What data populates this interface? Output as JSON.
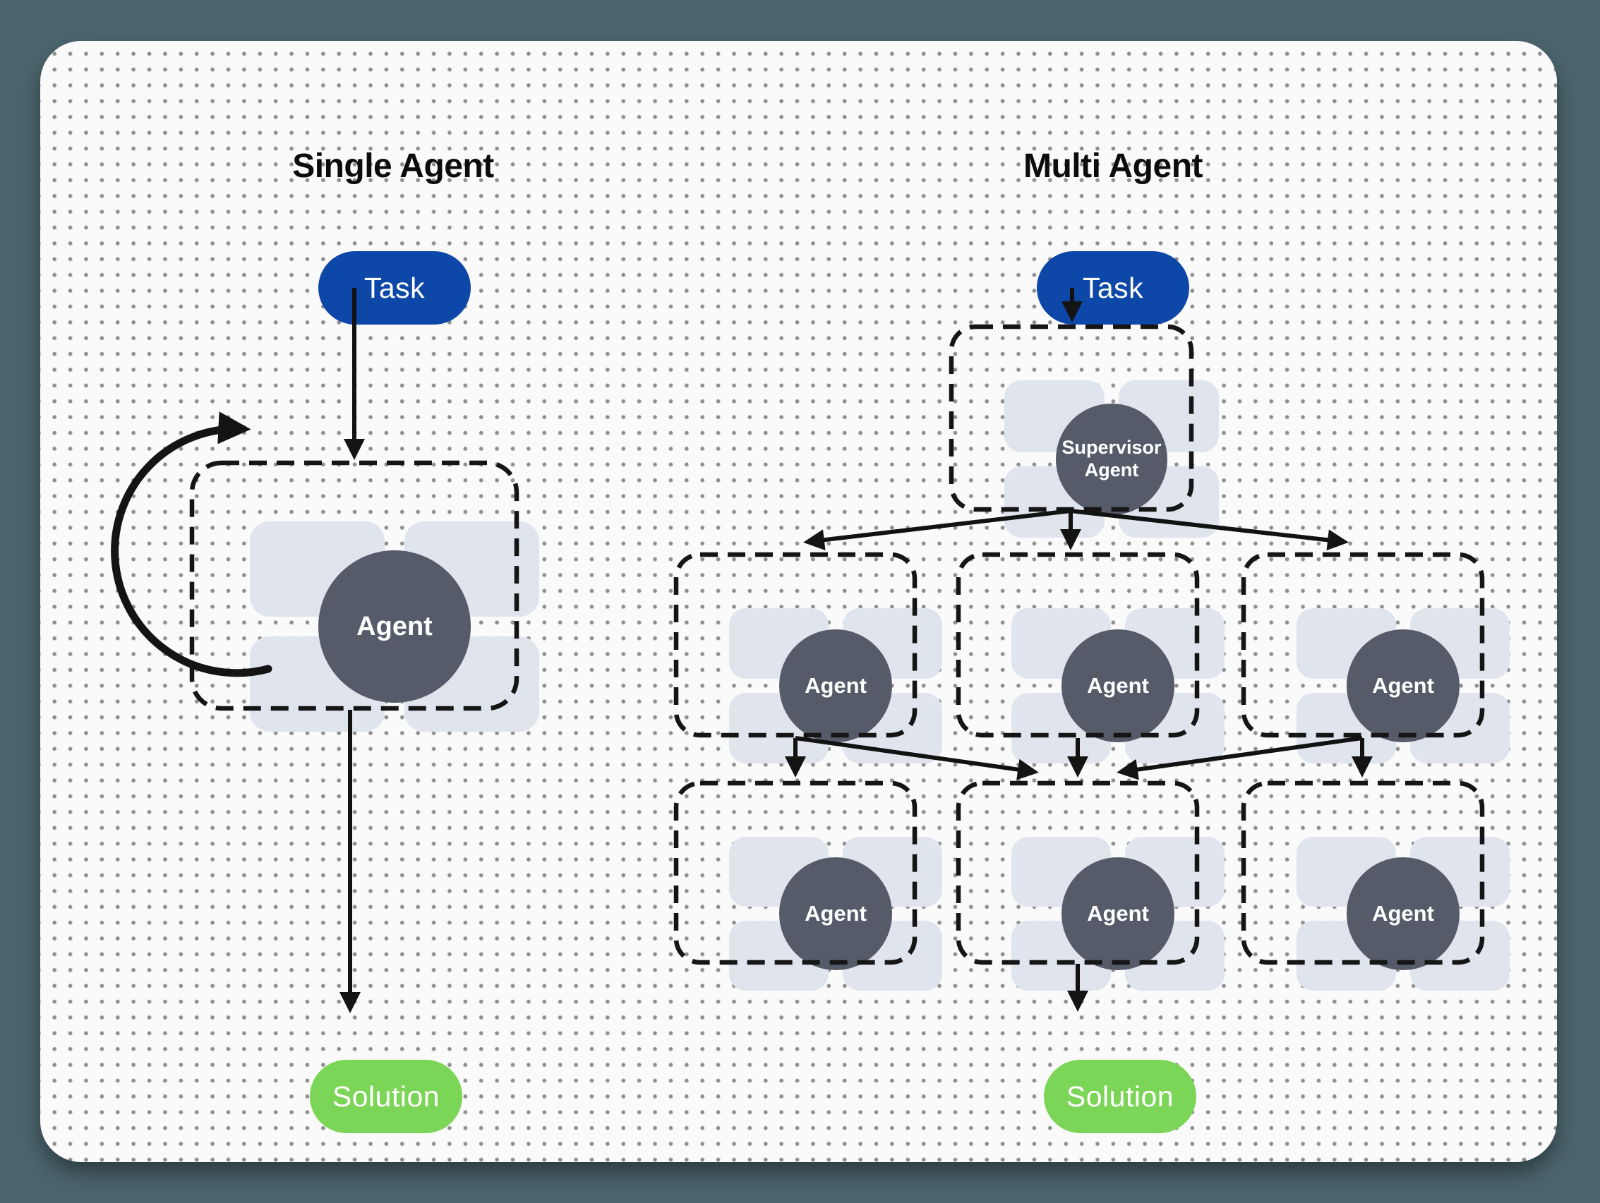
{
  "colors": {
    "page_bg": "#4c656d",
    "canvas_bg": "#fbfafa",
    "dot": "#8e8e8e",
    "task_blue": "#0d47a8",
    "solution_green": "#7bd556",
    "agent_circle": "#555b68",
    "tool_tile": "#dfe4ed",
    "outline": "#141414"
  },
  "single_agent": {
    "title": "Single Agent",
    "task_label": "Task",
    "agent_label": "Agent",
    "solution_label": "Solution"
  },
  "multi_agent": {
    "title": "Multi Agent",
    "task_label": "Task",
    "supervisor_label": "Supervisor Agent",
    "supervisor_lines": [
      "Supervisor",
      "Agent"
    ],
    "worker_labels": [
      "Agent",
      "Agent",
      "Agent",
      "Agent",
      "Agent",
      "Agent"
    ],
    "solution_label": "Solution"
  }
}
